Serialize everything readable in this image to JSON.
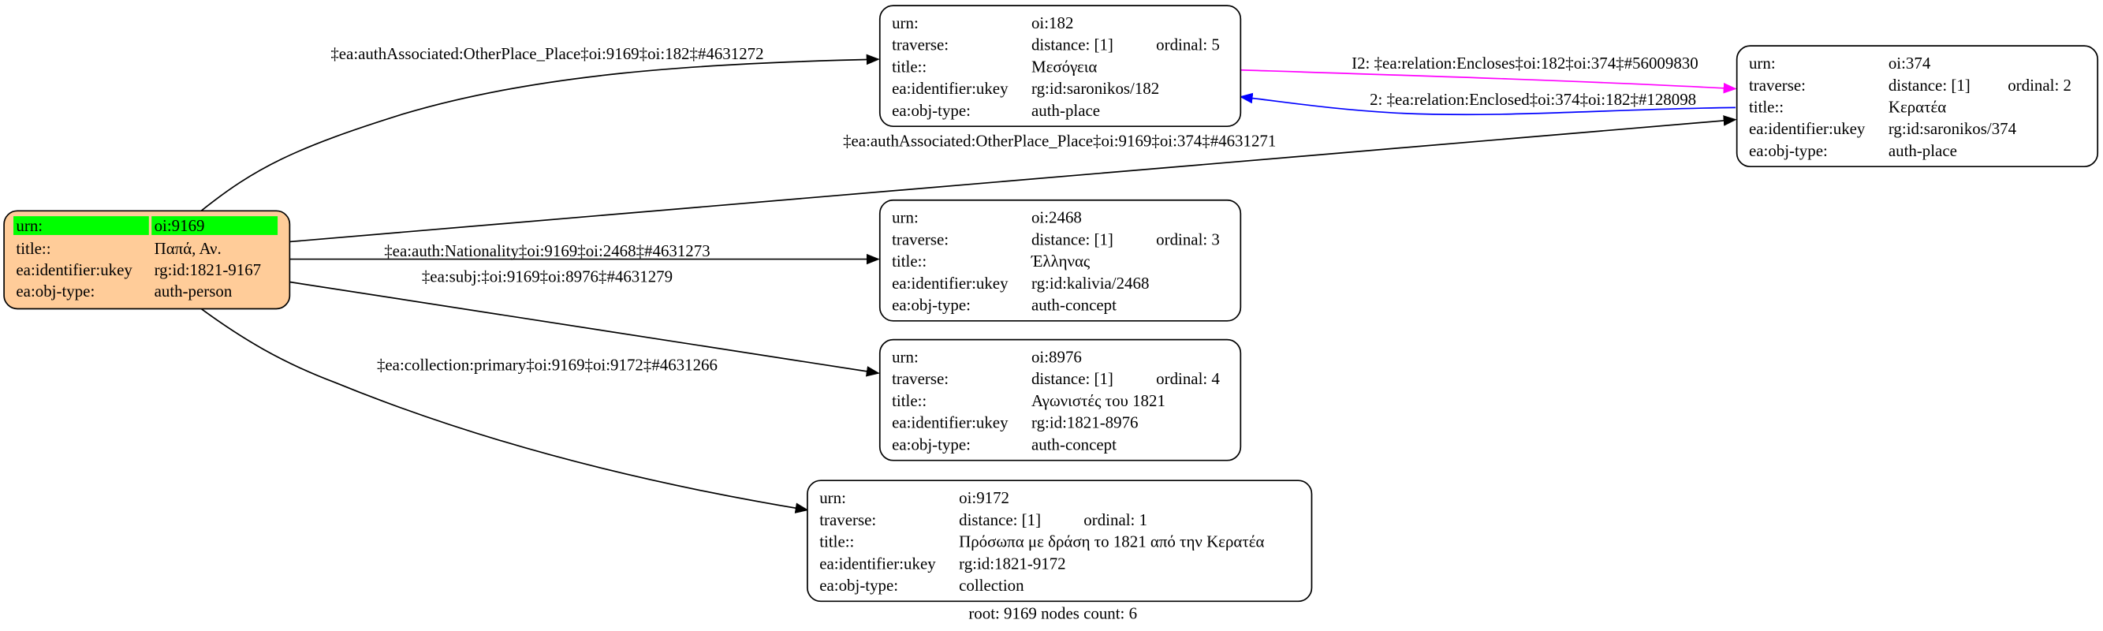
{
  "colors": {
    "root_fill": "#ffcc99",
    "root_highlight": "#00ff00",
    "node_fill": "#ffffff",
    "enclose_edge": "#ff00ff",
    "enclosed_edge": "#0000ff",
    "edge": "#000000"
  },
  "root": {
    "rows": [
      {
        "key": "urn:",
        "value": "oi:9169"
      },
      {
        "key": "title::",
        "value": "Παπά, Αν."
      },
      {
        "key": "ea:identifier:ukey",
        "value": "rg:id:1821-9167"
      },
      {
        "key": "ea:obj-type:",
        "value": "auth-person"
      }
    ]
  },
  "nodes": [
    {
      "urn": "oi:182",
      "distance": "distance: [1]",
      "ordinal": "ordinal: 5",
      "title": "Μεσόγεια",
      "ukey": "rg:id:saronikos/182",
      "type": "auth-place"
    },
    {
      "urn": "oi:374",
      "distance": "distance: [1]",
      "ordinal": "ordinal: 2",
      "title": "Κερατέα",
      "ukey": "rg:id:saronikos/374",
      "type": "auth-place"
    },
    {
      "urn": "oi:2468",
      "distance": "distance: [1]",
      "ordinal": "ordinal: 3",
      "title": "Έλληνας",
      "ukey": "rg:id:kalivia/2468",
      "type": "auth-concept"
    },
    {
      "urn": "oi:8976",
      "distance": "distance: [1]",
      "ordinal": "ordinal: 4",
      "title": "Αγωνιστές του 1821",
      "ukey": "rg:id:1821-8976",
      "type": "auth-concept"
    },
    {
      "urn": "oi:9172",
      "distance": "distance: [1]",
      "ordinal": "ordinal: 1",
      "title": "Πρόσωπα με δράση το 1821 από την Κερατέα",
      "ukey": "rg:id:1821-9172",
      "type": "collection"
    }
  ],
  "field_labels": {
    "urn": "urn:",
    "traverse": "traverse:",
    "title": "title::",
    "ukey": "ea:identifier:ukey",
    "type": "ea:obj-type:"
  },
  "edges": [
    {
      "label": "‡ea:authAssociated:OtherPlace_Place‡oi:9169‡oi:182‡#4631272"
    },
    {
      "label": "‡ea:authAssociated:OtherPlace_Place‡oi:9169‡oi:374‡#4631271"
    },
    {
      "label": "‡ea:auth:Nationality‡oi:9169‡oi:2468‡#4631273"
    },
    {
      "label": "‡ea:subj:‡oi:9169‡oi:8976‡#4631279"
    },
    {
      "label": "‡ea:collection:primary‡oi:9169‡oi:9172‡#4631266"
    },
    {
      "label": "I2: ‡ea:relation:Encloses‡oi:182‡oi:374‡#56009830"
    },
    {
      "label": "2: ‡ea:relation:Enclosed‡oi:374‡oi:182‡#128098"
    }
  ],
  "footer": "root: 9169 nodes count: 6"
}
